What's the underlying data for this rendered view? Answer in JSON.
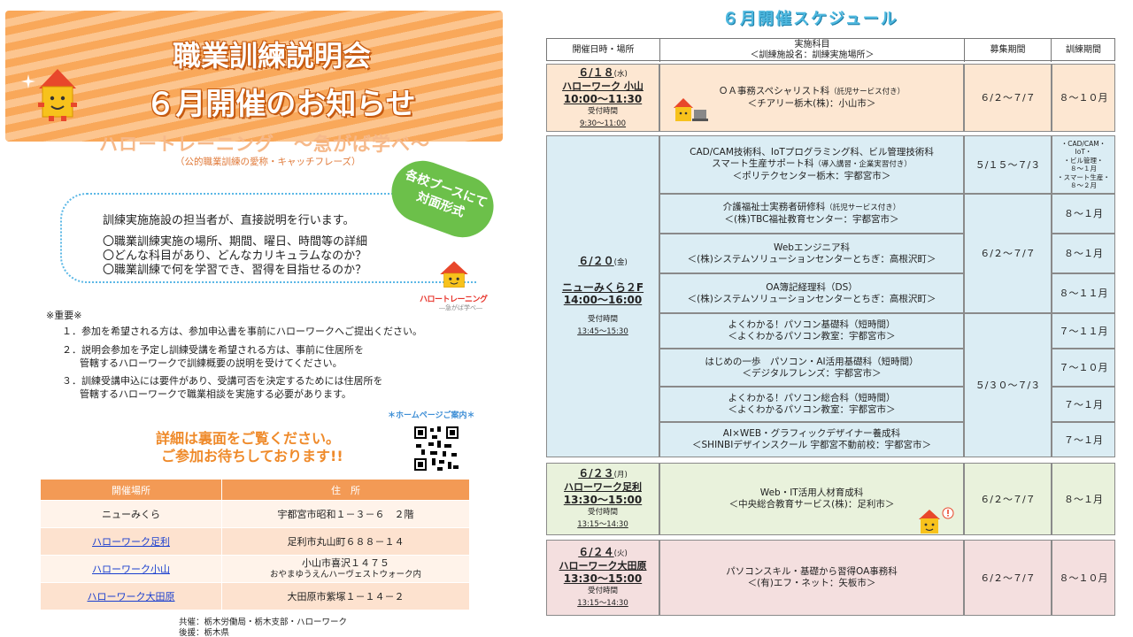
{
  "banner": {
    "line1": "職業訓練説明会",
    "line2": "６月開催のお知らせ"
  },
  "tagline": "ハロートレーニング　～急がば学べ～",
  "tagline_sub": "（公的職業訓練の愛称・キャッチフレーズ）",
  "badge": {
    "line1": "各校ブースにて",
    "line2": "対面形式"
  },
  "intro": [
    "訓練実施施設の担当者が、直接説明を行います。",
    "〇職業訓練実施の場所、期間、曜日、時間等の詳細",
    "〇どんな科目があり、どんなカリキュラムなのか？",
    "〇職業訓練で何を学習でき、習得を目指せるのか？"
  ],
  "logo": {
    "name": "ハロートレーニング",
    "sub": "―急がば学べ―"
  },
  "important_title": "※重要※",
  "notes": [
    {
      "text": "１．参加を希望される方は、参加申込書を事前にハローワークへご提出ください。"
    },
    {
      "text": "２．説明会参加を予定し訓練受講を希望される方は、事前に住居所を",
      "text2": "管轄するハローワークで訓練概要の説明を受けてください。"
    },
    {
      "text": "３．訓練受講申込には要件があり、受講可否を決定するためには住居所を",
      "text2": "管轄するハローワークで職業相談を実施する必要があります。"
    }
  ],
  "homepage": "＊ホームページご案内＊",
  "detail": {
    "line1": "詳細は裏面をご覧ください。",
    "line2": "ご参加お待ちしております!!"
  },
  "venue_table": {
    "headers": [
      "開催場所",
      "住　所"
    ],
    "rows": [
      {
        "place": "ニューみくら",
        "address": "宇都宮市昭和１－３－６　２階",
        "address2": "",
        "link": false
      },
      {
        "place": "ハローワーク足利",
        "address": "足利市丸山町６８８－１４",
        "address2": "",
        "link": true
      },
      {
        "place": "ハローワーク小山",
        "address": "小山市喜沢１４７５",
        "address2": "おやまゆうえんハーヴェストウォーク内",
        "link": true
      },
      {
        "place": "ハローワーク大田原",
        "address": "大田原市紫塚１－１４－２",
        "address2": "",
        "link": true
      }
    ]
  },
  "organizers": {
    "line1": "共催：栃木労働局・栃木支部・ハローワーク",
    "line2": "後援：栃木県"
  },
  "schedule": {
    "title": "６月開催スケジュール",
    "headers": {
      "date": "開催日時・場所",
      "course": "実施科目",
      "course_sub": "＜訓練施設名：訓練実施場所＞",
      "recruit": "募集期間",
      "period": "訓練期間"
    },
    "blocks": [
      {
        "date": "６/１８",
        "day": "(水)",
        "place": "ハローワーク 小山",
        "time": "10:00～11:30",
        "reception": "受付時間",
        "reception_time": "9:30～11:00",
        "courses": [
          {
            "name": "ＯＡ事務スペシャリスト科",
            "note": "（託児サービス付き）",
            "school": "＜チアリー栃木(株)：小山市＞",
            "period": "８～１０月"
          }
        ],
        "recruit": [
          "６/２～７/７"
        ]
      },
      {
        "date": "６/２０",
        "day": "(金)",
        "place": "ニューみくら２F",
        "time": "14:00～16:00",
        "reception": "受付時間",
        "reception_time": "13:45～15:30",
        "courses": [
          {
            "name": "CAD/CAM技術科、IoTプログラミング科、ビル管理技術科",
            "name2": "スマート生産サポート科",
            "note": "（導入講習・企業実習付き）",
            "school": "＜ポリテクセンター栃木：宇都宮市＞",
            "period_lines": [
              "・CAD/CAM・",
              "IoT・",
              "・ビル管理・",
              "８～１月",
              "・スマート生産・",
              "８～２月"
            ]
          },
          {
            "name": "介護福祉士実務者研修科",
            "note": "（託児サービス付き）",
            "school": "＜(株)TBC福祉教育センター：宇都宮市＞",
            "period": "８～１月"
          },
          {
            "name": "Webエンジニア科",
            "school": "＜(株)システムソリューションセンターとちぎ：高根沢町＞",
            "period": "８～１月"
          },
          {
            "name": "OA簿記経理科（DS）",
            "school": "＜(株)システムソリューションセンターとちぎ：高根沢町＞",
            "period": "８～１１月"
          },
          {
            "name": "よくわかる！パソコン基礎科（短時間）",
            "school": "＜よくわかるパソコン教室：宇都宮市＞",
            "period": "７～１１月"
          },
          {
            "name": "はじめの一歩　パソコン・AI活用基礎科（短時間）",
            "school": "＜デジタルフレンズ：宇都宮市＞",
            "period": "７～１０月"
          },
          {
            "name": "よくわかる！パソコン総合科（短時間）",
            "school": "＜よくわかるパソコン教室：宇都宮市＞",
            "period": "７～１月"
          },
          {
            "name": "AI×WEB・グラフィックデザイナー養成科",
            "school": "＜SHINBIデザインスクール 宇都宮不動前校：宇都宮市＞",
            "period": "７～１月"
          }
        ],
        "recruit": [
          "５/１５～７/３",
          "６/２～７/７",
          "５/３０～７/３"
        ]
      },
      {
        "date": "６/２３",
        "day": "(月)",
        "place": "ハローワーク足利",
        "time": "13:30～15:00",
        "reception": "受付時間",
        "reception_time": "13:15～14:30",
        "courses": [
          {
            "name": "Web・IT活用人材育成科",
            "school": "＜中央総合教育サービス(株)：足利市＞",
            "period": "８～１月"
          }
        ],
        "recruit": [
          "６/２～７/７"
        ]
      },
      {
        "date": "６/２４",
        "day": "(火)",
        "place": "ハローワーク大田原",
        "time": "13:30～15:00",
        "reception": "受付時間",
        "reception_time": "13:15～14:30",
        "courses": [
          {
            "name": "パソコンスキル・基礎から習得OA事務科",
            "school": "＜(有)エフ・ネット：矢板市＞",
            "period": "８～１０月"
          }
        ],
        "recruit": [
          "６/２～７/７"
        ]
      }
    ]
  },
  "colors": {
    "orange": "#f39a55",
    "blue_bg": "#dbedf4",
    "green_bg": "#e9f2dc",
    "pink_bg": "#f4dfdf",
    "peach_bg": "#fde7d2"
  },
  "icons": [
    "mascot-house-icon",
    "sparkle-icon",
    "qr-code-icon",
    "exclamation-icon"
  ]
}
